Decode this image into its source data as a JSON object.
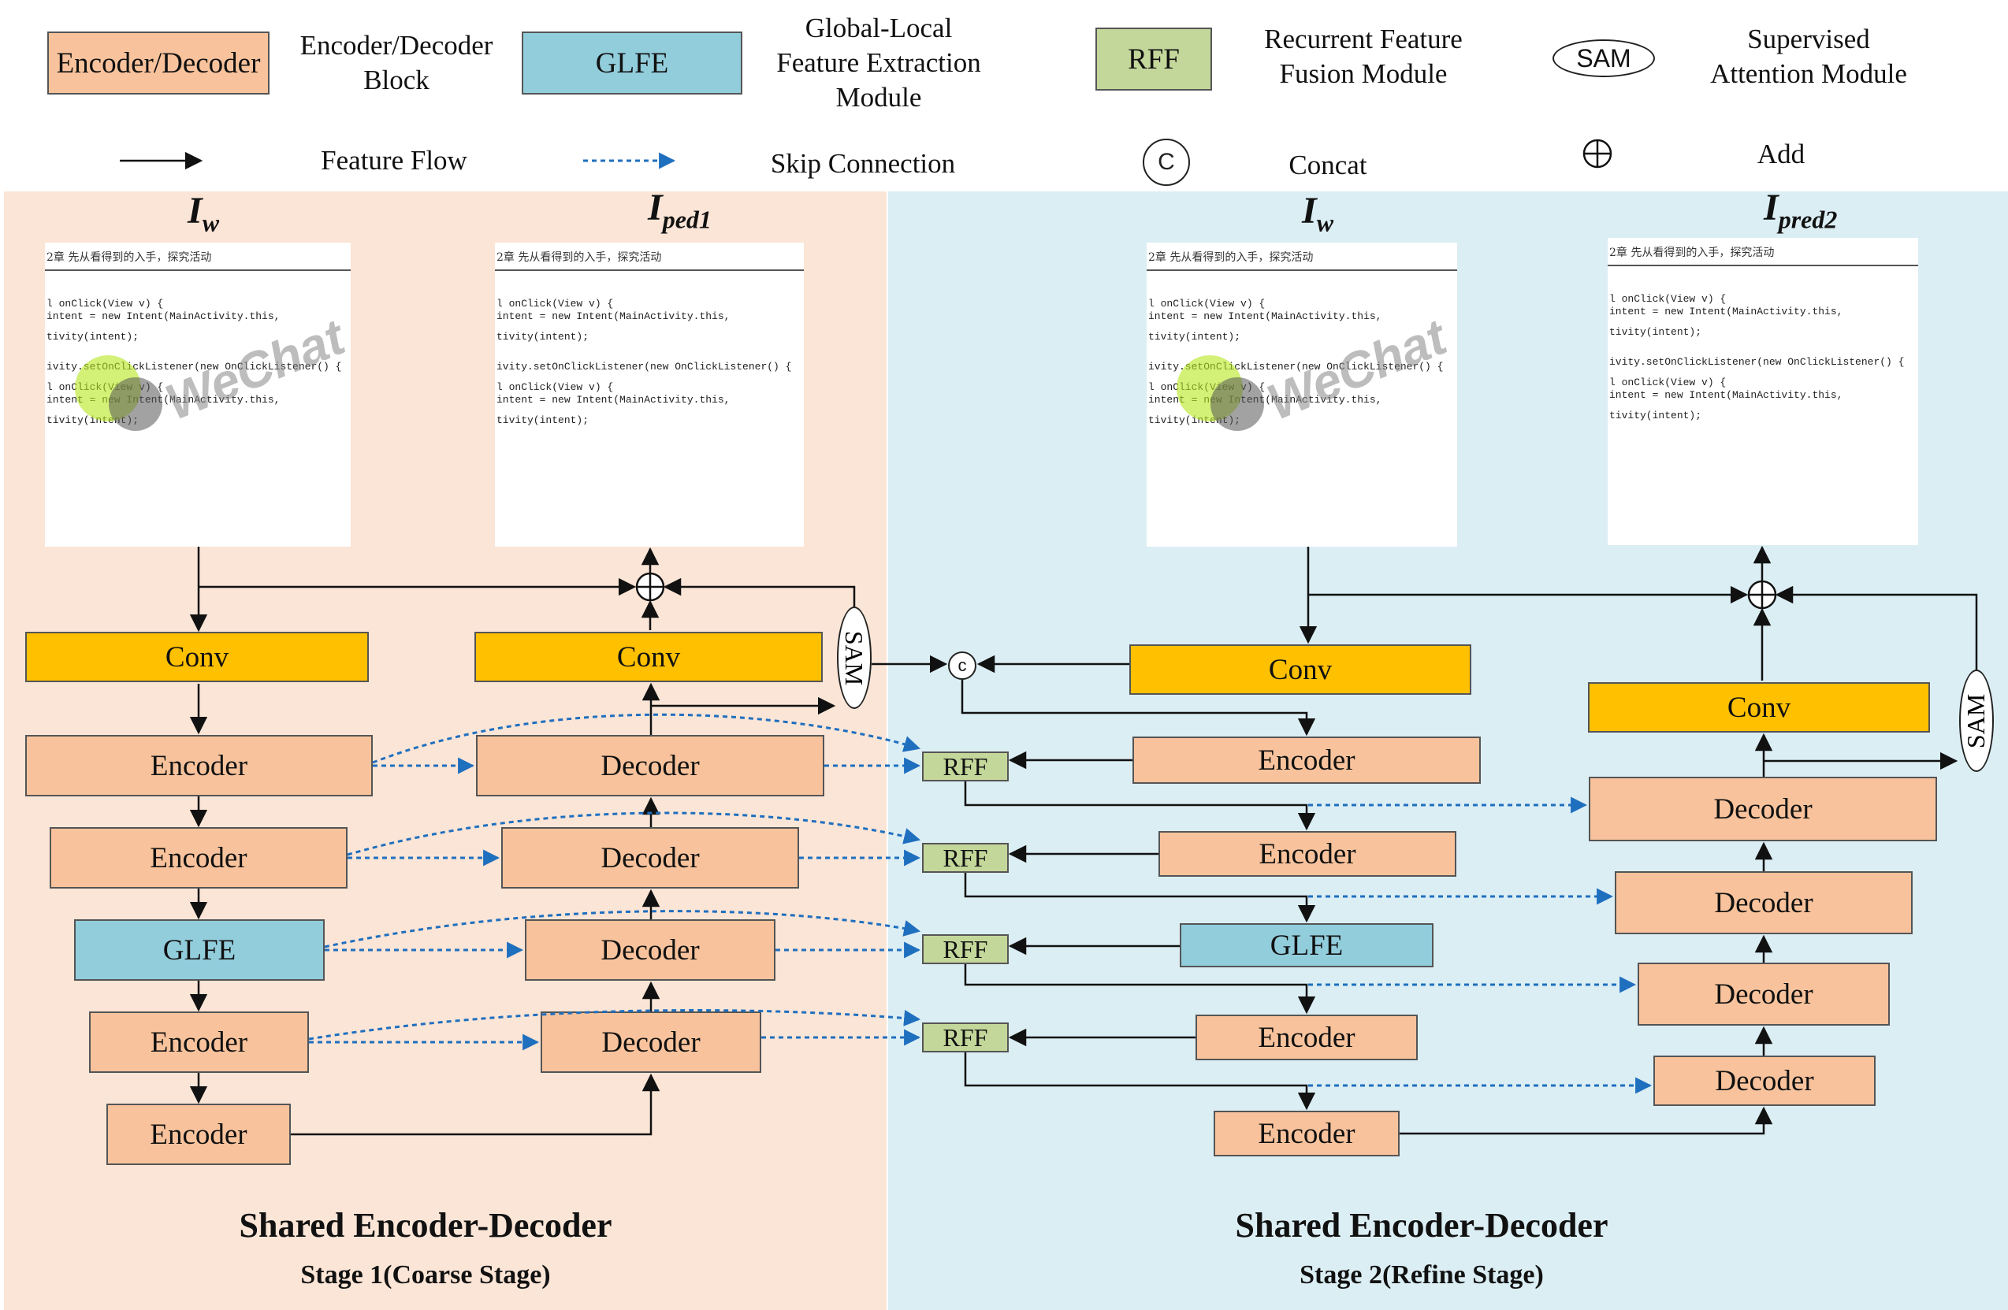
{
  "legend": {
    "encdec_box": "Encoder/Decoder",
    "encdec_desc": "Encoder/Decoder\nBlock",
    "glfe_box": "GLFE",
    "glfe_desc": "Global-Local\nFeature Extraction\nModule",
    "rff_box": "RFF",
    "rff_desc": "Recurrent Feature\nFusion Module",
    "sam_box": "SAM",
    "sam_desc": "Supervised\nAttention Module",
    "feature_flow": "Feature Flow",
    "skip_connection": "Skip Connection",
    "concat_symbol": "C",
    "concat": "Concat",
    "add": "Add"
  },
  "colors": {
    "encdec": "#f8c39c",
    "glfe": "#92cddc",
    "rff": "#c4d79b",
    "conv": "#ffc000",
    "stage1_bg": "#fbe5d6",
    "stage2_bg": "#dbeef4",
    "skip": "#1f6fbf"
  },
  "images": {
    "input1_label": "I",
    "input1_sub": "w",
    "output1_label": "I",
    "output1_sub": "ped1",
    "input2_label": "I",
    "input2_sub": "w",
    "output2_label": "I",
    "output2_sub": "pred2",
    "doc_header": "2章  先从看得到的入手，探究活动",
    "doc_lines": [
      "l onClick(View v) {",
      "intent = new Intent(MainActivity.this,",
      "tivity(intent);",
      "ivity.setOnClickListener(new OnClickListener() {",
      "l onClick(View v) {",
      "intent = new Intent(MainActivity.this,",
      "tivity(intent);"
    ],
    "watermark_text": "WeChat"
  },
  "stage1": {
    "conv_in": "Conv",
    "conv_out": "Conv",
    "sam": "SAM",
    "encoders": [
      "Encoder",
      "Encoder",
      "GLFE",
      "Encoder",
      "Encoder"
    ],
    "decoders": [
      "Decoder",
      "Decoder",
      "Decoder",
      "Decoder"
    ],
    "title": "Shared Encoder-Decoder",
    "subtitle": "Stage  1(Coarse Stage)"
  },
  "stage2": {
    "concat": "c",
    "conv_in": "Conv",
    "conv_out": "Conv",
    "sam": "SAM",
    "rff": [
      "RFF",
      "RFF",
      "RFF",
      "RFF"
    ],
    "encoders": [
      "Encoder",
      "Encoder",
      "GLFE",
      "Encoder",
      "Encoder"
    ],
    "decoders": [
      "Decoder",
      "Decoder",
      "Decoder",
      "Decoder"
    ],
    "title": "Shared Encoder-Decoder",
    "subtitle": "Stage  2(Refine Stage)"
  }
}
